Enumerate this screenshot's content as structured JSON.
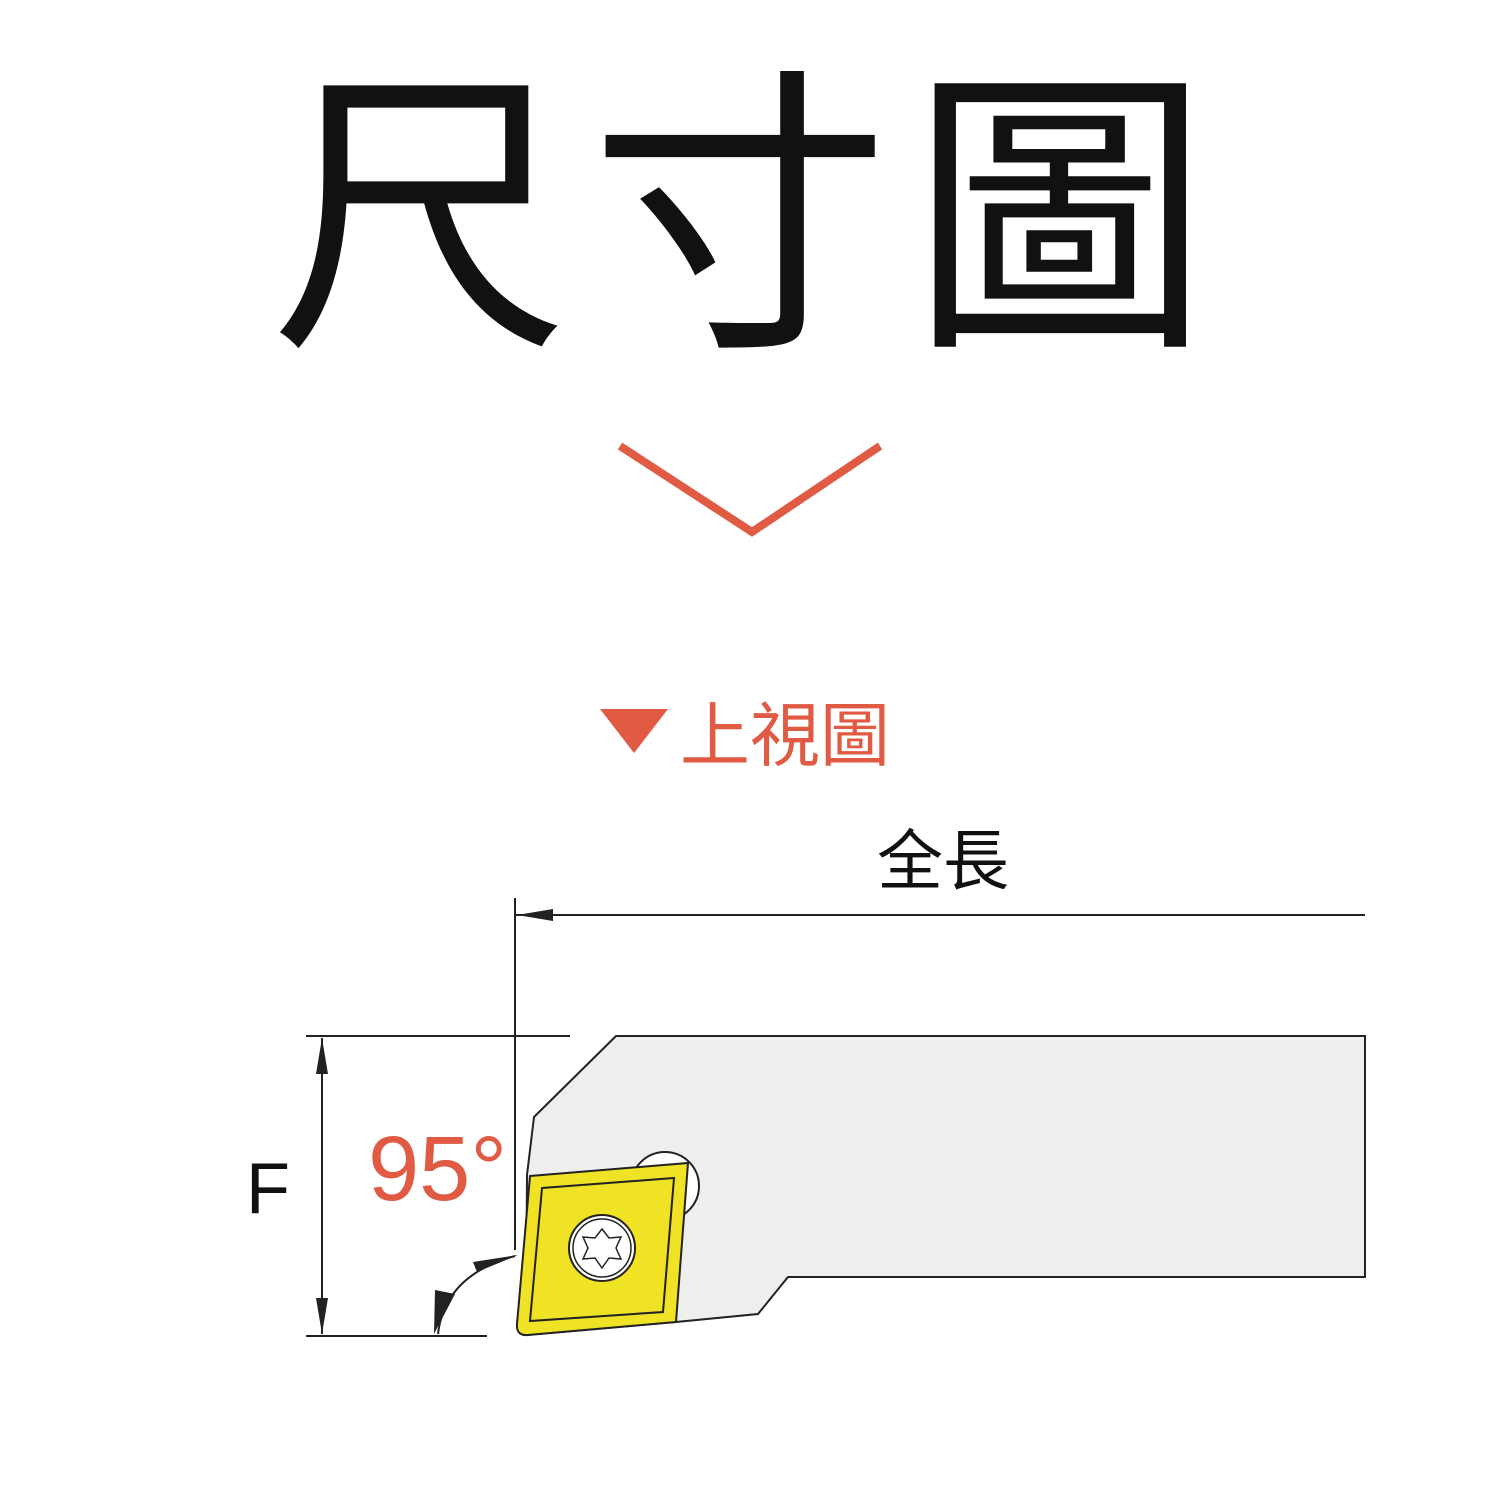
{
  "title": "尺寸圖",
  "section_label": "上視圖",
  "dimensions": {
    "overall_length": "全長",
    "height": "F",
    "angle": "95°"
  },
  "colors": {
    "accent": "#e05a44",
    "insert": "#f0e224",
    "body": "#eeeeec"
  }
}
